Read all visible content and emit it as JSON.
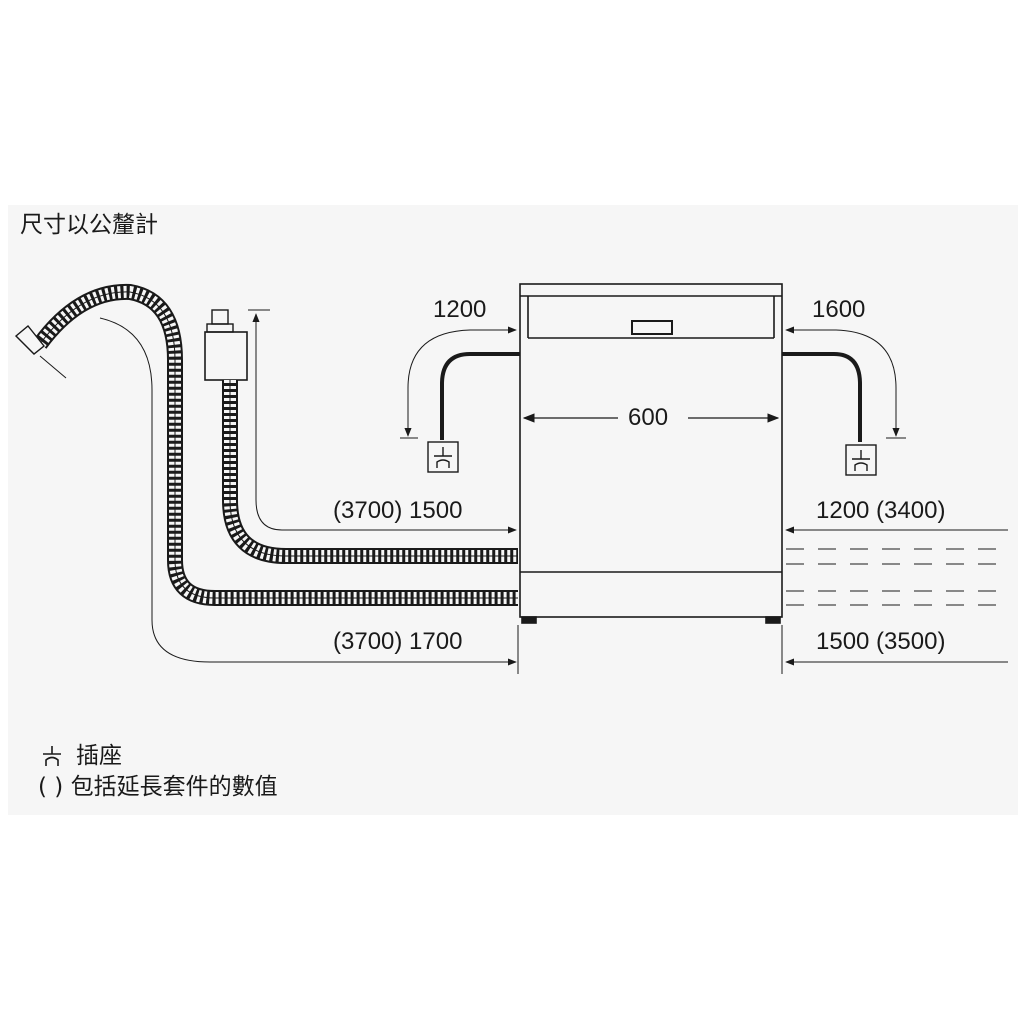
{
  "heading": "尺寸以公釐計",
  "dimensions": {
    "socket_left": "1200",
    "socket_right": "1600",
    "width": "600",
    "hose_left_upper": "(3700) 1500",
    "hose_right_upper": "1200 (3400)",
    "hose_left_lower": "(3700) 1700",
    "hose_right_lower": "1500 (3500)"
  },
  "legend": {
    "socket_label": "插座",
    "extension_note": "( ) 包括延長套件的數值"
  },
  "icons": [
    "socket-icon",
    "drain-hose-icon",
    "inlet-hose-icon",
    "dishwasher-icon",
    "arrow-icon"
  ]
}
